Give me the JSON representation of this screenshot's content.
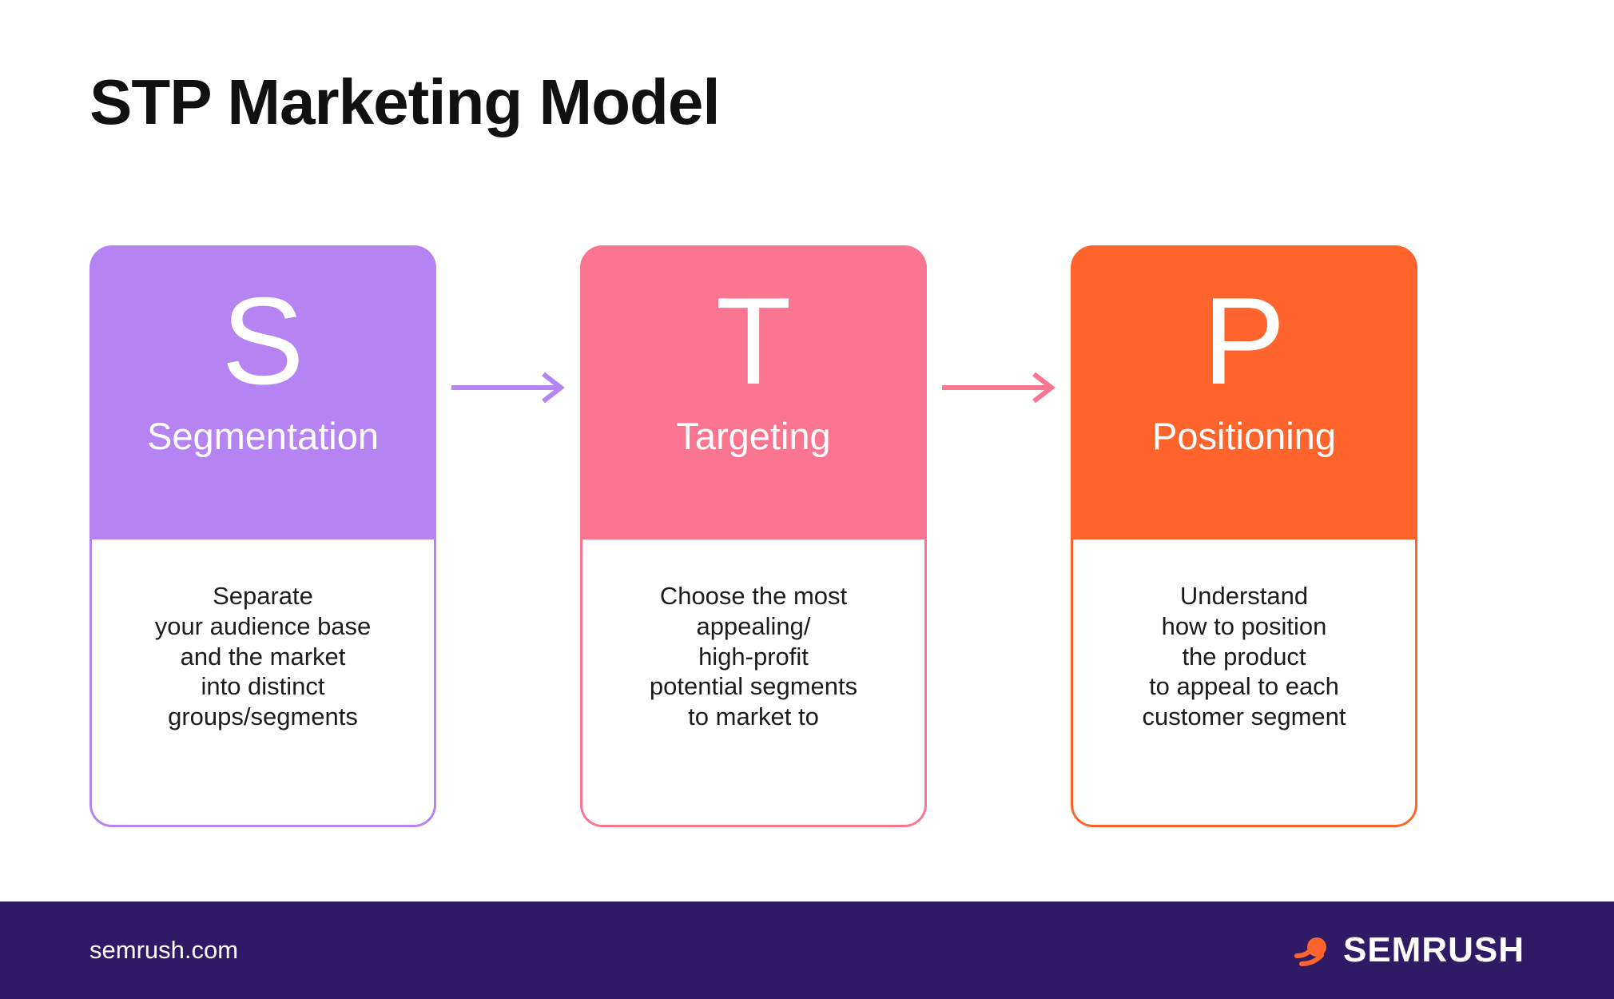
{
  "title": "STP Marketing Model",
  "cards": [
    {
      "letter": "S",
      "label": "Segmentation",
      "description": "Separate\nyour audience base\nand the market\ninto distinct\ngroups/segments",
      "color": "#b584f2"
    },
    {
      "letter": "T",
      "label": "Targeting",
      "description": "Choose the most\nappealing/\nhigh-profit\npotential segments\nto market to",
      "color": "#fa7590"
    },
    {
      "letter": "P",
      "label": "Positioning",
      "description": "Understand\nhow to position\nthe product\nto appeal to each\ncustomer segment",
      "color": "#ff642d"
    }
  ],
  "arrows": [
    {
      "name": "segmentation-to-targeting",
      "color": "#b584f2"
    },
    {
      "name": "targeting-to-positioning",
      "color": "#fa7590"
    }
  ],
  "footer": {
    "site": "semrush.com",
    "brand": "SEMRUSH",
    "background": "#2f1a66",
    "logo_color": "#ff642d"
  }
}
